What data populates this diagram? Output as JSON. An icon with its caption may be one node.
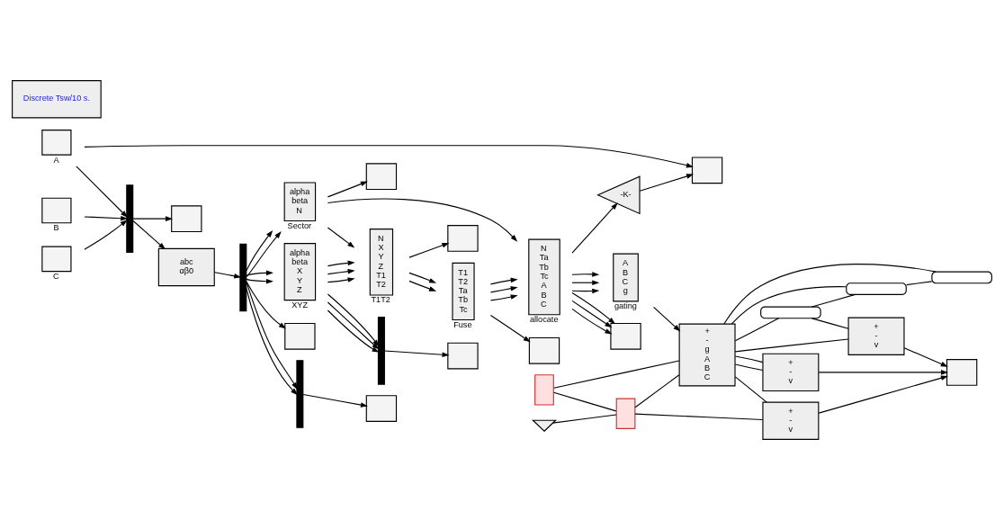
{
  "diagram": {
    "nodes": [
      {
        "text": [],
        "shape": "box",
        "beside": [
          "A"
        ]
      },
      {
        "text": [],
        "shape": "box",
        "beside": [
          "B"
        ]
      },
      {
        "text": [],
        "shape": "box",
        "beside": [
          "C"
        ]
      },
      {
        "text": [],
        "shape": "bar"
      },
      {
        "text": [],
        "shape": "box"
      },
      {
        "text": [],
        "shape": "box"
      },
      {
        "text": [
          "abc",
          "αβ0"
        ]
      },
      {
        "text": [],
        "shape": "bar"
      },
      {
        "text": [],
        "shape": "box"
      },
      {
        "text": [],
        "shape": "bar"
      },
      {
        "text": [],
        "shape": "box"
      },
      {
        "text": [
          "alpha",
          "beta",
          "N"
        ],
        "beside": [
          "Sector"
        ]
      },
      {
        "text": [
          "alpha",
          "beta",
          "X",
          "Y",
          "Z"
        ],
        "beside": [
          "XYZ"
        ]
      },
      {
        "text": [
          "N",
          "X",
          "Y",
          "Z",
          "T1",
          "T2"
        ],
        "beside": [
          "T1T2"
        ]
      },
      {
        "text": [],
        "shape": "bar"
      },
      {
        "text": [],
        "shape": "box"
      },
      {
        "text": [],
        "shape": "box"
      },
      {
        "text": [
          "T1",
          "T2",
          "Ta",
          "Tb",
          "Tc"
        ],
        "beside": [
          "Fuse"
        ]
      },
      {
        "text": [],
        "shape": "box"
      },
      {
        "text": [],
        "shape": "box"
      },
      {
        "text": [
          "N",
          "Ta",
          "Tb",
          "Tc",
          "A",
          "B",
          "C"
        ],
        "beside": [
          "allocate"
        ]
      },
      {
        "text": [
          "A",
          "B",
          "C",
          "g"
        ],
        "beside": [
          "gating"
        ]
      },
      {
        "text": [
          "-K-"
        ]
      },
      {
        "text": [],
        "shape": "box"
      },
      {
        "text": [
          "Discrete Tsw/10 s."
        ]
      },
      {
        "text": [],
        "shape": "battery"
      },
      {
        "text": [],
        "shape": "battery"
      },
      {
        "text": [],
        "shape": "ground"
      },
      {
        "text": [
          "+",
          "-",
          "g",
          "A",
          "B",
          "C"
        ]
      },
      {
        "text": [],
        "shape": "coil"
      },
      {
        "text": [],
        "shape": "coil"
      },
      {
        "text": [],
        "shape": "coil"
      },
      {
        "text": [
          "+",
          "-",
          "v"
        ]
      },
      {
        "text": [
          "+",
          "-",
          "v"
        ]
      },
      {
        "text": [
          "+",
          "-",
          "v"
        ]
      },
      {
        "text": [],
        "shape": "box"
      }
    ],
    "edges": [
      {
        "from": 0,
        "to": 3,
        "arrow": "to"
      },
      {
        "from": 1,
        "to": 3,
        "arrow": "to"
      },
      {
        "from": 2,
        "to": 3,
        "arrow": "to"
      },
      {
        "from": 0,
        "to": 4,
        "arrow": "to"
      },
      {
        "from": 22,
        "to": 4,
        "arrow": "to"
      },
      {
        "from": 3,
        "to": 6,
        "arrow": "to"
      },
      {
        "from": 3,
        "to": 5,
        "arrow": "to"
      },
      {
        "from": 6,
        "to": 7,
        "arrow": "to"
      },
      {
        "from": 7,
        "to": 9,
        "arrow": "to"
      },
      {
        "from": 7,
        "to": 9,
        "arrow": "to"
      },
      {
        "from": 7,
        "to": 11,
        "arrow": "to"
      },
      {
        "from": 7,
        "to": 11,
        "arrow": "to"
      },
      {
        "from": 7,
        "to": 12,
        "arrow": "to"
      },
      {
        "from": 7,
        "to": 12,
        "arrow": "to"
      },
      {
        "from": 7,
        "to": 8,
        "arrow": "to"
      },
      {
        "from": 9,
        "to": 10,
        "arrow": "to"
      },
      {
        "from": 11,
        "to": 13,
        "arrow": "to"
      },
      {
        "from": 11,
        "to": 16,
        "arrow": "to"
      },
      {
        "from": 11,
        "to": 20,
        "arrow": "to"
      },
      {
        "from": 12,
        "to": 13,
        "arrow": "to"
      },
      {
        "from": 12,
        "to": 13,
        "arrow": "to"
      },
      {
        "from": 12,
        "to": 13,
        "arrow": "to"
      },
      {
        "from": 12,
        "to": 14,
        "arrow": "to"
      },
      {
        "from": 12,
        "to": 14,
        "arrow": "to"
      },
      {
        "from": 12,
        "to": 14,
        "arrow": "to"
      },
      {
        "from": 14,
        "to": 15,
        "arrow": "to"
      },
      {
        "from": 13,
        "to": 17,
        "arrow": "to"
      },
      {
        "from": 13,
        "to": 17,
        "arrow": "to"
      },
      {
        "from": 13,
        "to": 18,
        "arrow": "to"
      },
      {
        "from": 17,
        "to": 20,
        "arrow": "to"
      },
      {
        "from": 17,
        "to": 20,
        "arrow": "to"
      },
      {
        "from": 17,
        "to": 20,
        "arrow": "to"
      },
      {
        "from": 17,
        "to": 19,
        "arrow": "to"
      },
      {
        "from": 20,
        "to": 21,
        "arrow": "to"
      },
      {
        "from": 20,
        "to": 21,
        "arrow": "to"
      },
      {
        "from": 20,
        "to": 21,
        "arrow": "to"
      },
      {
        "from": 20,
        "to": 23,
        "arrow": "to"
      },
      {
        "from": 20,
        "to": 23,
        "arrow": "to"
      },
      {
        "from": 20,
        "to": 23,
        "arrow": "to"
      },
      {
        "from": 20,
        "to": 22,
        "arrow": "to"
      },
      {
        "from": 21,
        "to": 28,
        "arrow": "to"
      },
      {
        "from": 25,
        "to": 28,
        "arrow": "none"
      },
      {
        "from": 25,
        "to": 26,
        "arrow": "none"
      },
      {
        "from": 26,
        "to": 28,
        "arrow": "none"
      },
      {
        "from": 27,
        "to": 26,
        "arrow": "none"
      },
      {
        "from": 26,
        "to": 34,
        "arrow": "none"
      },
      {
        "from": 28,
        "to": 29,
        "arrow": "none"
      },
      {
        "from": 28,
        "to": 30,
        "arrow": "none"
      },
      {
        "from": 28,
        "to": 31,
        "arrow": "none"
      },
      {
        "from": 28,
        "to": 32,
        "arrow": "none"
      },
      {
        "from": 29,
        "to": 30,
        "arrow": "none"
      },
      {
        "from": 30,
        "to": 31,
        "arrow": "none"
      },
      {
        "from": 29,
        "to": 32,
        "arrow": "none"
      },
      {
        "from": 28,
        "to": 33,
        "arrow": "none"
      },
      {
        "from": 28,
        "to": 33,
        "arrow": "none"
      },
      {
        "from": 28,
        "to": 34,
        "arrow": "none"
      },
      {
        "from": 32,
        "to": 35,
        "arrow": "to"
      },
      {
        "from": 33,
        "to": 35,
        "arrow": "to"
      },
      {
        "from": 34,
        "to": 35,
        "arrow": "to"
      }
    ]
  }
}
